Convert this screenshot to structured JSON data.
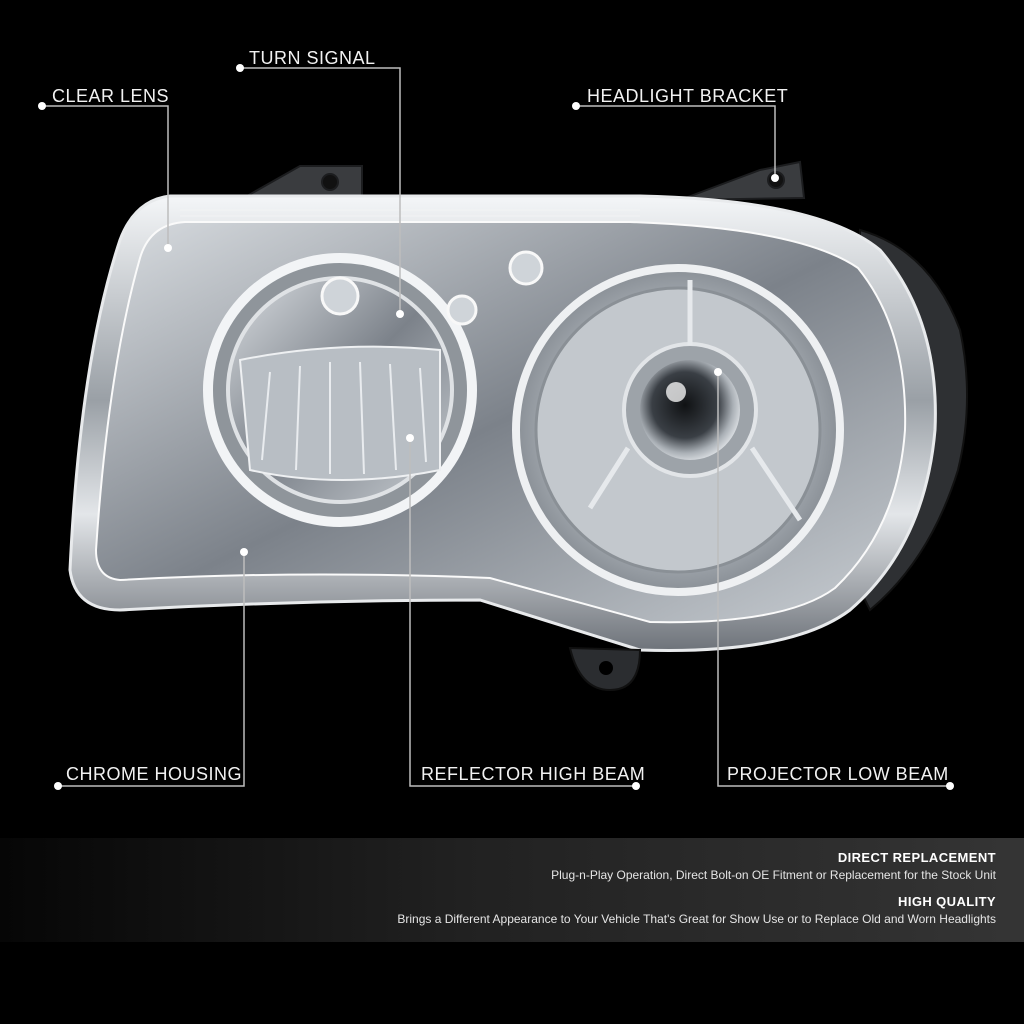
{
  "callouts": {
    "clear_lens": "CLEAR LENS",
    "turn_signal": "TURN SIGNAL",
    "headlight_bracket": "HEADLIGHT BRACKET",
    "chrome_housing": "CHROME HOUSING",
    "reflector_high_beam": "REFLECTOR HIGH BEAM",
    "projector_low_beam": "PROJECTOR LOW BEAM"
  },
  "features": [
    {
      "title": "DIRECT REPLACEMENT",
      "description": "Plug-n-Play Operation, Direct Bolt-on OE Fitment or Replacement for the Stock Unit"
    },
    {
      "title": "HIGH QUALITY",
      "description": "Brings a Different Appearance to Your Vehicle That's Great for Show Use or to Replace Old and Worn Headlights"
    }
  ],
  "colors": {
    "background": "#000000",
    "leader_line": "#bdbdbd",
    "chrome": "#d8dce0"
  }
}
